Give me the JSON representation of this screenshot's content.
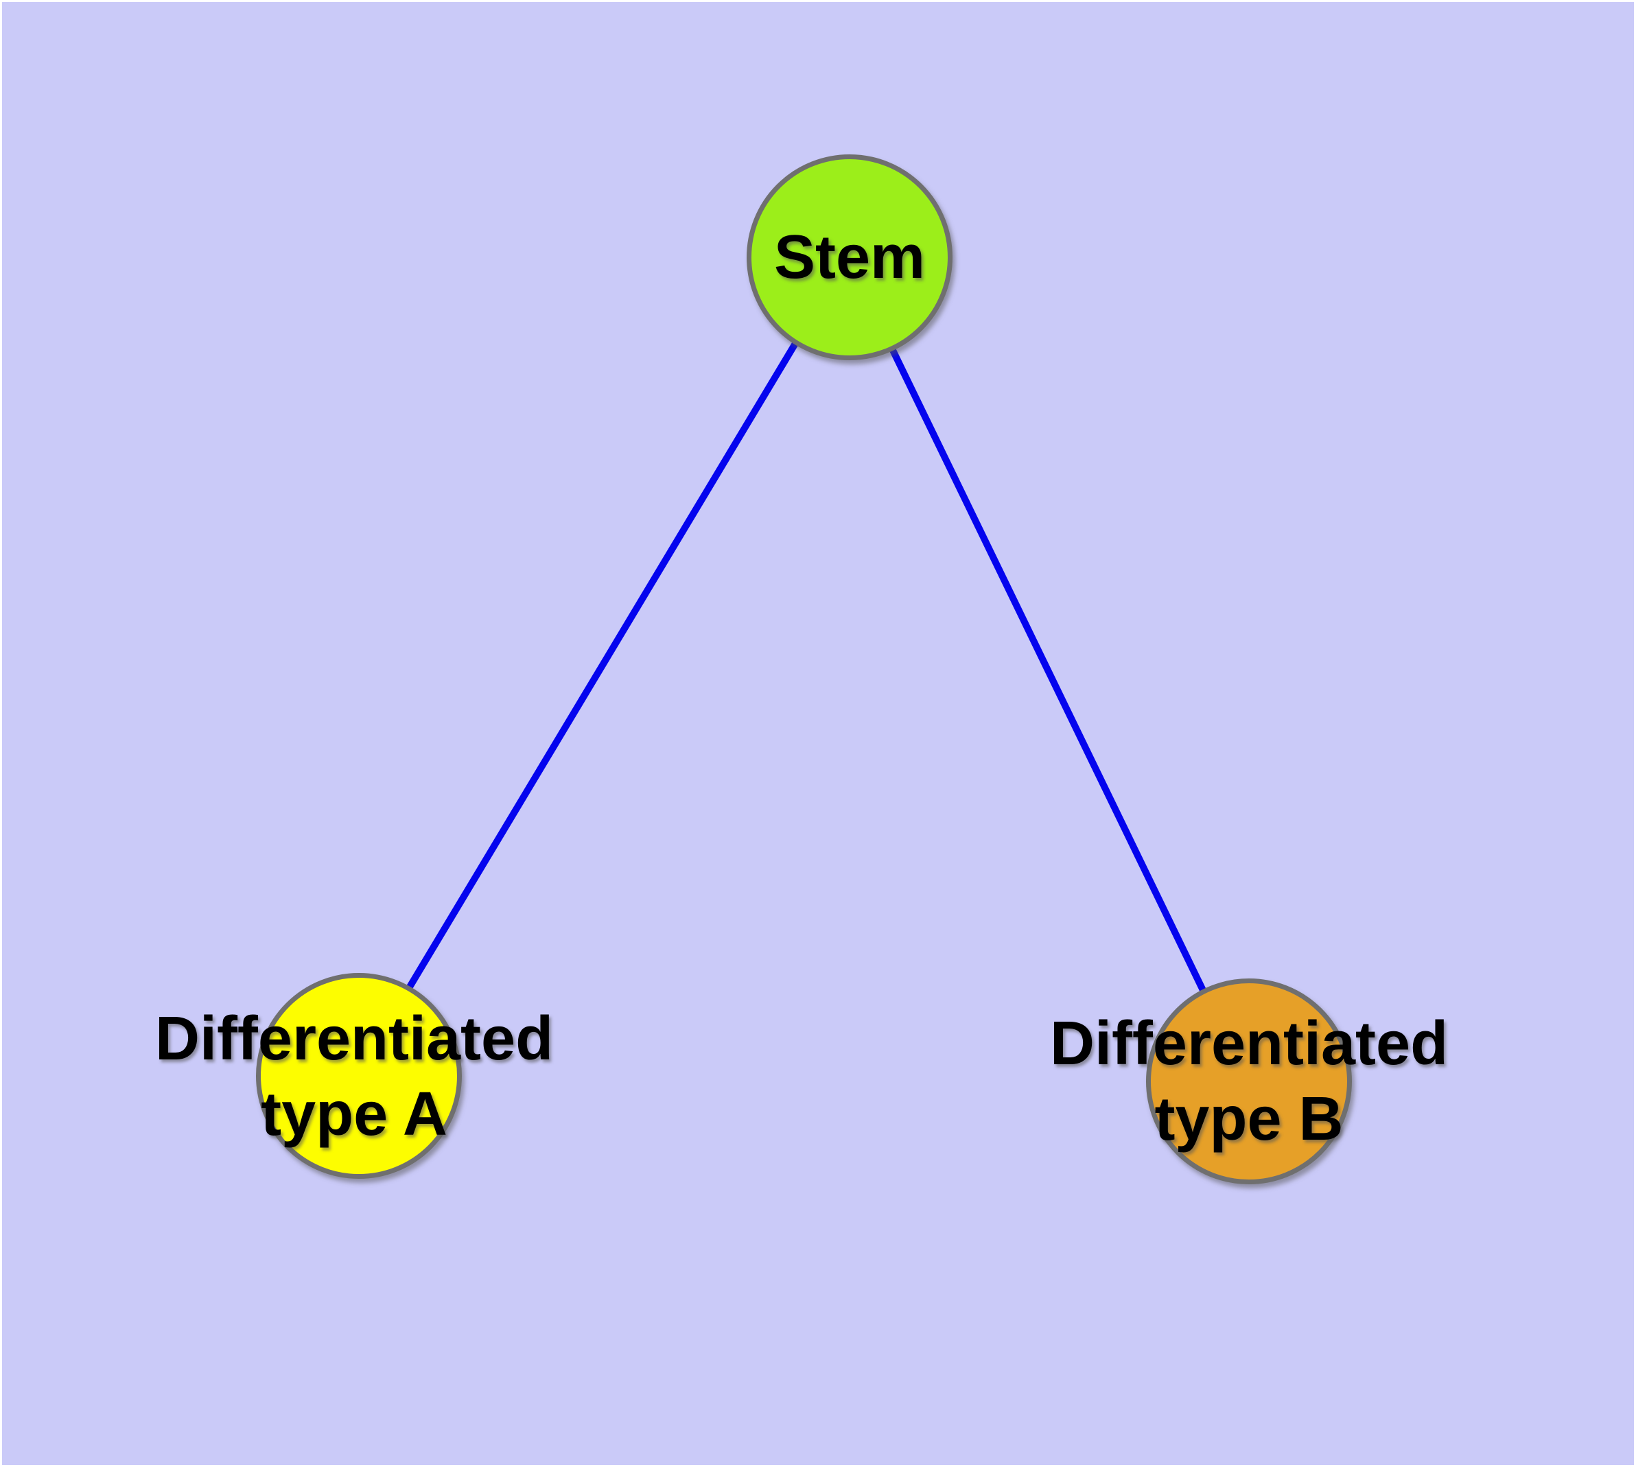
{
  "diagram": {
    "background_color": "#cacaf8",
    "frame_color": "#ffffff",
    "edge_color": "#0404ee",
    "node_border_color": "#6f6f6f",
    "text_color": "#000000",
    "nodes": [
      {
        "id": "stem",
        "label_lines": [
          "Stem"
        ],
        "fill": "#9cee1a"
      },
      {
        "id": "differentiated-type-a",
        "label_lines": [
          "Differentiated",
          "type A"
        ],
        "fill": "#fdfd00"
      },
      {
        "id": "differentiated-type-b",
        "label_lines": [
          "Differentiated",
          "type B"
        ],
        "fill": "#e6a028"
      }
    ],
    "edges": [
      {
        "from": "stem",
        "to": "differentiated-type-a"
      },
      {
        "from": "stem",
        "to": "differentiated-type-b"
      }
    ]
  }
}
